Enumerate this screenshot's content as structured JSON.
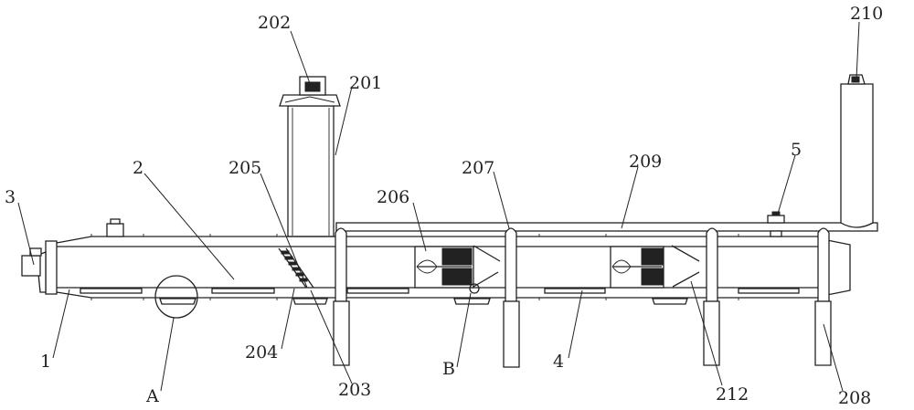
{
  "figure": {
    "labels": {
      "l202": "202",
      "l210": "210",
      "l201": "201",
      "l2": "2",
      "l205": "205",
      "l207": "207",
      "l209": "209",
      "l5": "5",
      "l3": "3",
      "l206": "206",
      "l1": "1",
      "lA": "A",
      "l204": "204",
      "l203": "203",
      "lB": "B",
      "l4": "4",
      "l212": "212",
      "l208": "208"
    },
    "line_color": "#222222"
  }
}
